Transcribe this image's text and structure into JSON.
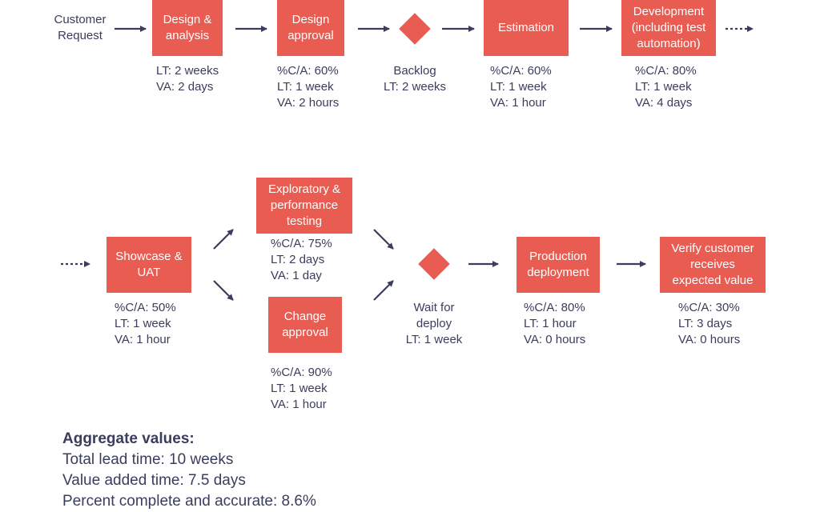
{
  "row1": {
    "customer_request": "Customer\nRequest",
    "design_analysis": {
      "label": "Design &\nanalysis",
      "metrics": "LT: 2 weeks\nVA: 2 days"
    },
    "design_approval": {
      "label": "Design\napproval",
      "metrics": "%C/A: 60%\nLT: 1 week\nVA: 2 hours"
    },
    "backlog": {
      "label": "Backlog\nLT: 2 weeks"
    },
    "estimation": {
      "label": "Estimation",
      "metrics": "%C/A: 60%\nLT: 1 week\nVA: 1 hour"
    },
    "development": {
      "label": "Development\n(including test\nautomation)",
      "metrics": "%C/A: 80%\nLT: 1 week\nVA: 4 days"
    }
  },
  "row2": {
    "showcase": {
      "label": "Showcase &\nUAT",
      "metrics": "%C/A: 50%\nLT: 1 week\nVA: 1 hour"
    },
    "exploratory": {
      "label": "Exploratory &\nperformance\ntesting",
      "metrics": "%C/A: 75%\nLT: 2 days\nVA: 1 day"
    },
    "change_approval": {
      "label": "Change\napproval",
      "metrics": "%C/A: 90%\nLT: 1 week\nVA: 1 hour"
    },
    "wait_deploy": {
      "label": "Wait for\ndeploy\nLT: 1 week"
    },
    "production": {
      "label": "Production\ndeployment",
      "metrics": "%C/A: 80%\nLT: 1 hour\nVA: 0 hours"
    },
    "verify": {
      "label": "Verify customer\nreceives\nexpected value",
      "metrics": "%C/A: 30%\nLT: 3 days\nVA: 0 hours"
    }
  },
  "aggregate": {
    "title": "Aggregate values:",
    "lead_time": "Total lead time: 10 weeks",
    "value_added": "Value added time: 7.5 days",
    "pca": "Percent complete and accurate: 8.6%"
  },
  "colors": {
    "box": "#e85c52",
    "text": "#3a3d5c",
    "arrow": "#3a3d5c"
  }
}
